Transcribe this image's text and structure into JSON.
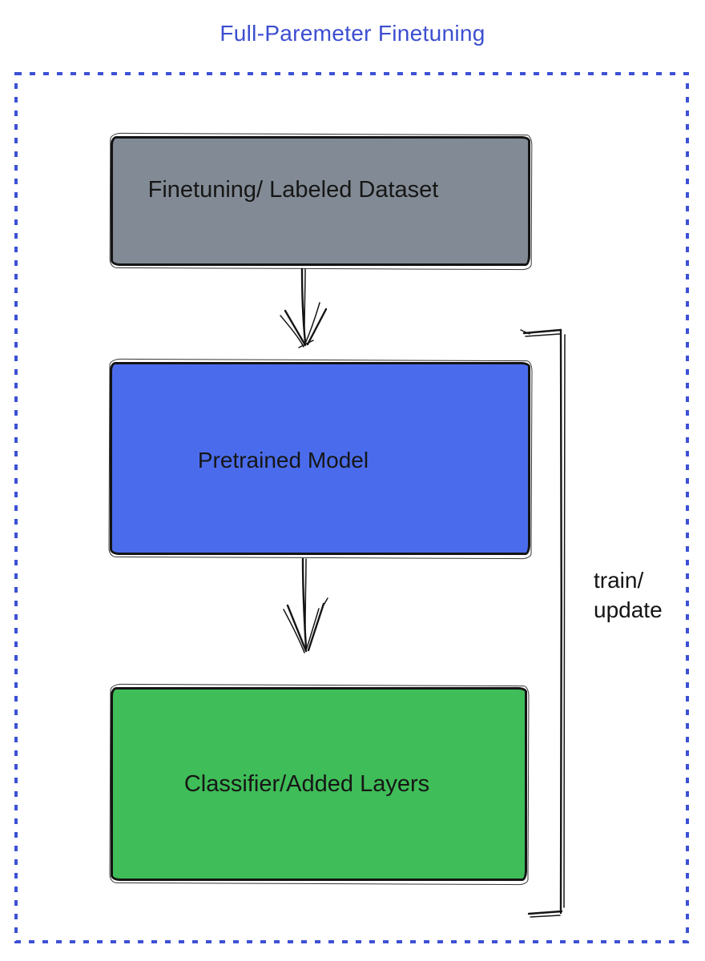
{
  "title": {
    "text": "Full-Paremeter Finetuning",
    "color": "#3c4ed0"
  },
  "boundary": {
    "color": "#3d51d4",
    "style": "dashed"
  },
  "boxes": {
    "dataset": {
      "label": "Finetuning/ Labeled Dataset",
      "fill": "#828b95"
    },
    "pretrained": {
      "label": "Pretrained Model",
      "fill": "#4a6cec"
    },
    "classifier": {
      "label": "Classifier/Added Layers",
      "fill": "#3fbd58"
    }
  },
  "bracket": {
    "label_line1": "train/",
    "label_line2": "update"
  },
  "ink_color": "#151515"
}
